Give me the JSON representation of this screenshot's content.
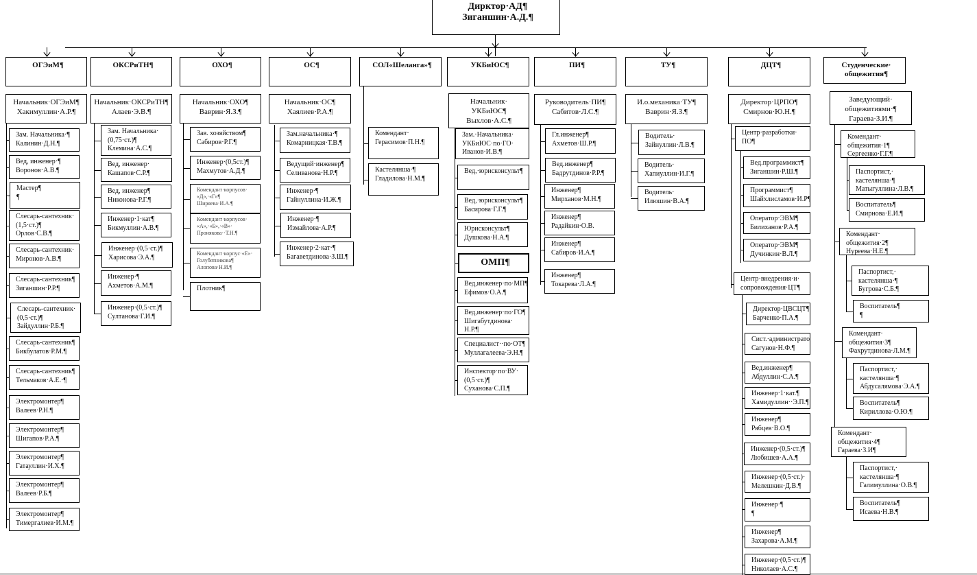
{
  "director": {
    "text": "Дирктор·АД¶\nЗиганшин·А.Д.¶"
  },
  "departments": [
    {
      "label": "ОГЭиМ¶",
      "head": "Начальник·ОГЭиМ¶\nХакимуллин·А.Р.¶",
      "staff": [
        "Зам. Начальника·¶\nКалинин·Д.Н.¶",
        "Вед, инженер·¶\nВоронов·А.В.¶",
        "Мастер¶\n¶",
        "Слесарь-сантехник·\n(1,5·ст.)¶\nОрлов·С.В.¶",
        "Слесарь-сантехник·\nМиронов·А.В.¶",
        "Слесарь-сантехник¶\nЗиганшин·Р.Р.¶",
        "Слесарь-сантехник·\n(0,5·ст.)¶\nЗайдуллин·Р.Б.¶",
        "Слесарь-сантехник¶\nБикбулатов·Р.М.¶",
        "Слесарь-сантехник¶\nТельмаков·А.Е.·¶",
        "Электромонтер¶\nВалеев·Р.Н.¶",
        "Электромонтер¶\nШигапов·Р.А.¶",
        "Электромонтер¶\nГатауллин·И.Х.¶",
        "Электромонтер¶\nВалеев·Р.Б.¶",
        "Электромонтер¶\nТимергалиев·И.М.¶"
      ]
    },
    {
      "label": "ОКСРиТН¶",
      "head": "Начальник·ОКСРиТН¶\nАлаев·Э.В.¶",
      "staff": [
        "Зам. Начальника·\n(0,75·ст.)¶\nКлемина·А.С.¶",
        "Вед, инженер·\nКашапов·С.Р.¶",
        "Вед, инженер¶\nНиконова·Р.Г.¶",
        "Инженер·1·кат¶\nБикмуллин·А.В.¶",
        "Инженер·(0,5·ст.)¶\nХарисова·Э.А.¶",
        "Инженер·¶\nАхметов·А.М.¶",
        "Инженер·(0,5·ст.)¶\nСултанова·Г.И.¶"
      ]
    },
    {
      "label": "ОХО¶",
      "head": "Начальник·ОХО¶\nВаврин·Я.З.¶",
      "staff": [
        "Зав. хозяйством¶\nСабиров·Р.Г.¶",
        "Инженер·(0,5ст.)¶\nМахмутов·А.Д.¶",
        "Комендант·корпусов·\n«Д»,·«Г»¶\nШиряева·И.А.¶",
        "Комендант·корпусов·\n«А»,·«Б»,·«В»·\nПронякова··Т.Н.¶",
        "Комендант·корпус·«Е»·\nГолубятникова¶\nАлопова·Н.И.¶",
        "Плотник¶"
      ]
    },
    {
      "label": "ОС¶",
      "head": "Начальник·ОС¶\nХаялиев·Р.А.¶",
      "staff": [
        "Зам.начальника·¶\nКомарницкая·Т.В.¶",
        "Ведущий·инженер¶\nСеливанова·Н.Р.¶",
        "Инженер·¶\nГайнуллина·И.Ж.¶",
        "Инженер·¶\nИзмайлова·А.Р.¶",
        "Инженер·2·кат·¶\nБагаветдинова·З.Ш.¶"
      ]
    },
    {
      "label": "СОЛ«Шеланга»¶",
      "head": "",
      "staff": [
        "Комендант·\nГерасимов·П.Н.¶",
        "Кастелянша·¶\nГладилова·Н.М.¶"
      ]
    },
    {
      "label": "УКБиЮС¶",
      "head": "Начальник·\nУКБиЮС¶\nВыхлов·А.С.¶",
      "staff": [
        "Зам.·Начальника·\nУКБиЮС·по·ГО·\nИванов·И.В.¶",
        "Вед,·юрисконсульт¶",
        "Вед,·юрисконсульт¶\nБасирова·Г.Г.¶",
        "Юрисконсульт¶\nДушкова·Н.А.¶",
        "ОМП¶",
        "Вед,инженер·по·МП¶\nЕфимов·О.А.¶",
        "Вед,инженер·по·ГО¶\nШигабутдинова·\nН.Р.¶",
        "Специалист··по·ОТ¶\nМуллагалеева·Э.Н.¶",
        "Инспектор·по·ВУ·\n(0,5·ст.)¶\nСуханова·С.П.¶"
      ]
    },
    {
      "label": "ПИ¶",
      "head": "Руководитель·ПИ¶\nСабитов·Л.С.¶",
      "staff": [
        "Гл.инженер¶\nАхметов·Ш.Р.¶",
        "Вед.инженер¶\nБадрутдинов·Р.Р.¶",
        "Инженер¶\nМирханов·М.Н.¶",
        "Инженер¶\nРадайкин·О.В.",
        "Инженер¶\nСабиров·И.А.¶",
        "Инженер¶\nТокарева·Л.А.¶"
      ]
    },
    {
      "label": "ТУ¶",
      "head": "И.о.механика·ТУ¶\nВаврин·Я.З.¶",
      "staff": [
        "Водитель·\nЗайнуллин·Л.В.¶",
        "Водитель·\nХапиуллин·И.Г.¶",
        "Водитель·\nИлюшин·В.А.¶"
      ]
    },
    {
      "label": "ДЦТ¶",
      "head": "Директор·ЦРПО¶\nСмирнов·Ю.Н.¶",
      "units": [
        {
          "name": "Центр·разработки·\nПО¶",
          "staff": [
            "Вед.программист¶\nЗиганшин·Р.Ш.¶",
            "Программист¶\nШайхлисламов·И.Р¶",
            "Оператор·ЭВМ¶\nБилиханов·Р.А.¶",
            "Оператор·ЭВМ¶\nДучинкин·В.Л.¶"
          ]
        },
        {
          "name": "Центр·внедрения·и·\nсопровождения·ЦТ¶",
          "staff": [
            "Директор·ЦВСЦТ¶\nБарченко·П.А.¶",
            "Сист.·администратор¶\nСагунов·Н.Ф.¶",
            "Вед.инженер¶\nАбдуллин·С.А.¶",
            "Инженер·1·кат.¶\nХамидуллин··Э.П.¶",
            "Инженер¶\nРябцев·В.О.¶",
            "Инженер·(0,5·ст.)¶\nЛюбишев·А.А.¶",
            "Инженер·(0,5·ст.)·\nМелешкин·Д.В.¶",
            "Инженер·¶\n¶",
            "Инженер¶\nЗахарова·А.М.¶",
            "Инженер·(0,5·ст.)¶\nНиколаев·А.С.¶"
          ]
        }
      ]
    },
    {
      "label": "Студенческие·\nобщежития¶",
      "head": "Заведующий·\nобщежитиями·¶\nГараева·З.И.¶",
      "units": [
        {
          "name": "Комендант·\nобщежития·1¶\nСергеенко·Г.Г.¶",
          "staff": [
            "Паспортист,·\nкастелянша·¶\nМатыгуллина·Л.В.¶",
            "Воспитатель¶\nСмирнова·Е.И.¶"
          ]
        },
        {
          "name": "Комендант·\nобщежития·2¶\nНуреева·Н.Е.¶",
          "staff": [
            "Паспортист,·\nкастелянша·¶\nБугрова·С.Б.¶",
            "Воспитатель¶\n¶"
          ]
        },
        {
          "name": "Комендант·\nобщежития·3¶\nФахрутдинова·Л.М.¶",
          "staff": [
            "Паспортист,·\nкастелянша·¶\nАбдусалямова·Э.А.¶",
            "Воспитатель¶\nКириллова·О.Ю.¶"
          ]
        },
        {
          "name": "Комендант·\nобщежития·4¶\nГараева·З.И¶",
          "staff": [
            "Паспортист,·\nкастелянша·¶\nГалимуллина·О.В.¶",
            "Воспитатель¶\nИсаева·Н.В.¶"
          ]
        }
      ]
    }
  ]
}
